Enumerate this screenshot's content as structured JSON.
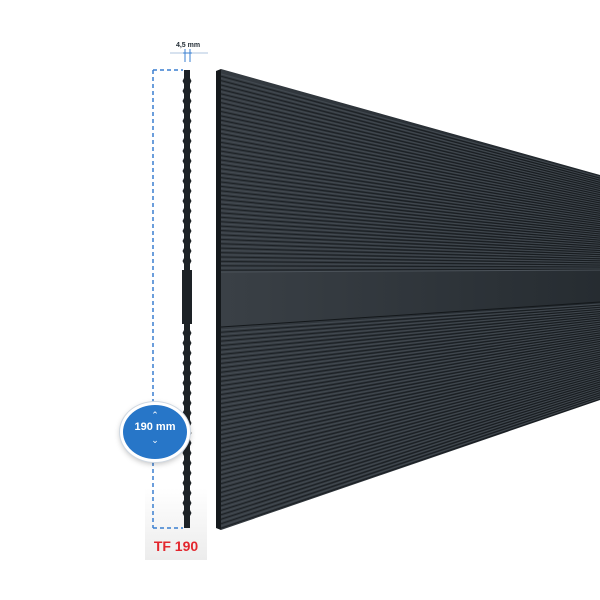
{
  "product": {
    "code_label": "TF 190",
    "height_label": "190 mm",
    "thickness_label": "4,5 mm"
  },
  "colors": {
    "panel": "#2a3036",
    "accent_red": "#e3262d",
    "badge_blue": "#2776c8",
    "dimension_line": "#3a7fd0"
  },
  "icons": {
    "badge_up": "chevron-up-icon",
    "badge_down": "chevron-down-icon"
  }
}
